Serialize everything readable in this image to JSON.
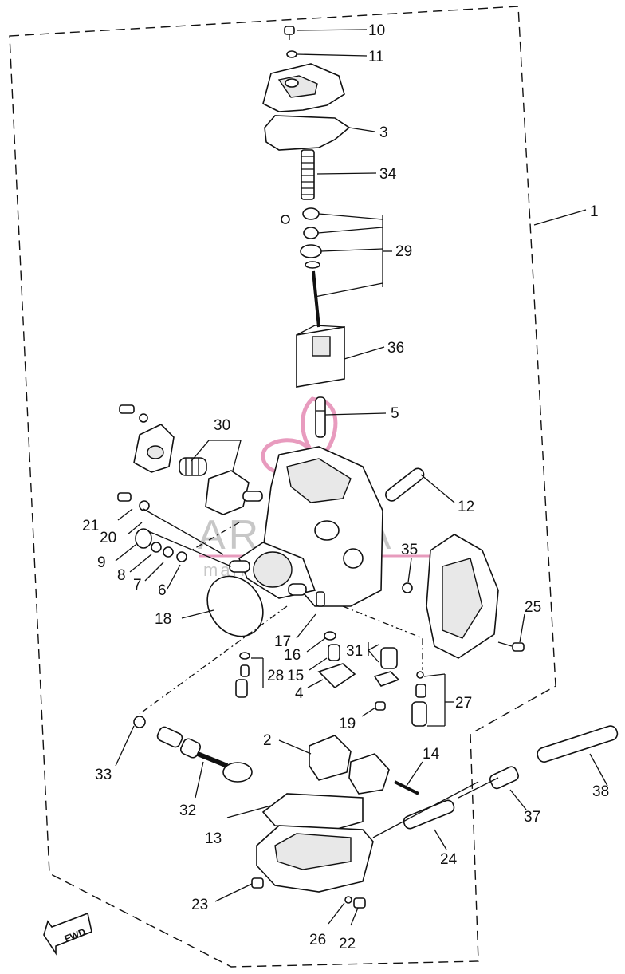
{
  "labels": {
    "l1": "1",
    "l2": "2",
    "l3": "3",
    "l4": "4",
    "l5": "5",
    "l6": "6",
    "l7": "7",
    "l8": "8",
    "l9": "9",
    "l10": "10",
    "l11": "11",
    "l12": "12",
    "l13": "13",
    "l14": "14",
    "l15": "15",
    "l16": "16",
    "l17": "17",
    "l19": "19",
    "l18": "18",
    "l20": "20",
    "l21": "21",
    "l22": "22",
    "l23": "23",
    "l24": "24",
    "l25": "25",
    "l26": "26",
    "l27": "27",
    "l28": "28",
    "l29": "29",
    "l30": "30",
    "l31": "31",
    "l32": "32",
    "l33": "33",
    "l34": "34",
    "l35": "35",
    "l36": "36",
    "l37": "37",
    "l38": "38"
  },
  "fwd_label": "FWD",
  "watermark": {
    "brand": "ARMADA",
    "tagline": "marine standards"
  }
}
